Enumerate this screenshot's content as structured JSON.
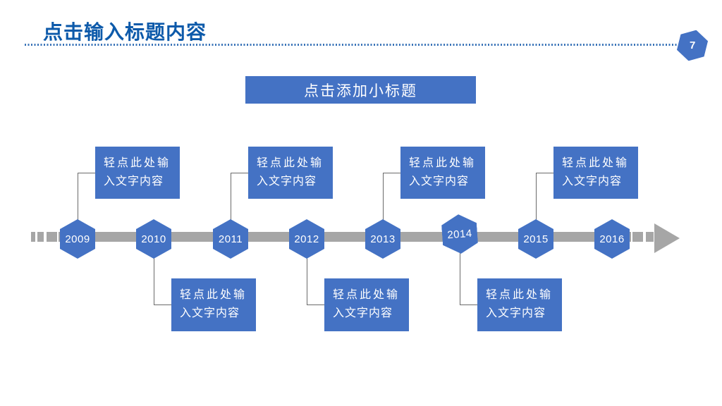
{
  "header": {
    "title": "点击输入标题内容",
    "page_number": "7",
    "subtitle": "点击添加小标题"
  },
  "colors": {
    "accent_blue": "#4472C4",
    "title_blue": "#0D5AAA",
    "dotted_line_blue": "#3A74B8",
    "timeline_gray": "#A6A6A6",
    "connector_gray": "#6A6A6A"
  },
  "timeline": {
    "items": [
      {
        "year": "2009",
        "callout": "top"
      },
      {
        "year": "2010",
        "callout": "bottom"
      },
      {
        "year": "2011",
        "callout": "top"
      },
      {
        "year": "2012",
        "callout": "bottom"
      },
      {
        "year": "2013",
        "callout": "top"
      },
      {
        "year": "2014",
        "callout": "bottom",
        "raised": true
      },
      {
        "year": "2015",
        "callout": "top"
      },
      {
        "year": "2016",
        "callout": "none"
      }
    ],
    "callout_line1": "轻点此处输",
    "callout_line2": "入文字内容"
  }
}
